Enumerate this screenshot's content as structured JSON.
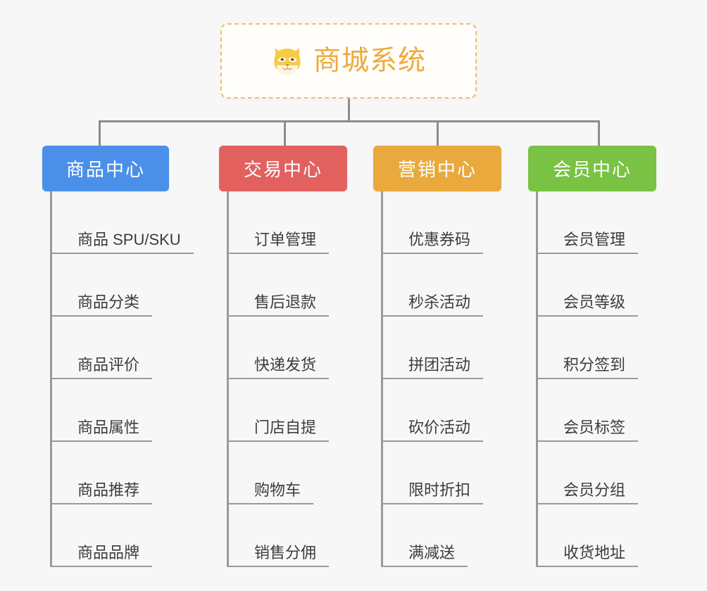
{
  "page": {
    "background_color": "#f7f7f7",
    "connector_color": "#8c8c8c",
    "leaf_line_color": "#9a9a9a",
    "leaf_text_color": "#3c3c3c"
  },
  "root": {
    "title": "商城系统",
    "logo_icon": "shiba-inu-dog-face-icon",
    "border_color": "#f3c063",
    "title_color": "#eeab3b",
    "background_color": "#fffefb"
  },
  "columns": [
    {
      "label": "商品中心",
      "color": "#4a90e8",
      "color_class": "blue",
      "items": [
        {
          "label": "商品 SPU/SKU"
        },
        {
          "label": "商品分类"
        },
        {
          "label": "商品评价"
        },
        {
          "label": "商品属性"
        },
        {
          "label": "商品推荐"
        },
        {
          "label": "商品品牌"
        }
      ]
    },
    {
      "label": "交易中心",
      "color": "#e2615f",
      "color_class": "red",
      "items": [
        {
          "label": "订单管理"
        },
        {
          "label": "售后退款"
        },
        {
          "label": "快递发货"
        },
        {
          "label": "门店自提"
        },
        {
          "label": "购物车"
        },
        {
          "label": "销售分佣"
        }
      ]
    },
    {
      "label": "营销中心",
      "color": "#e9a93c",
      "color_class": "orange",
      "items": [
        {
          "label": "优惠券码"
        },
        {
          "label": "秒杀活动"
        },
        {
          "label": "拼团活动"
        },
        {
          "label": "砍价活动"
        },
        {
          "label": "限时折扣"
        },
        {
          "label": "满减送"
        }
      ]
    },
    {
      "label": "会员中心",
      "color": "#79c243",
      "color_class": "green",
      "items": [
        {
          "label": "会员管理"
        },
        {
          "label": "会员等级"
        },
        {
          "label": "积分签到"
        },
        {
          "label": "会员标签"
        },
        {
          "label": "会员分组"
        },
        {
          "label": "收货地址"
        }
      ]
    }
  ]
}
